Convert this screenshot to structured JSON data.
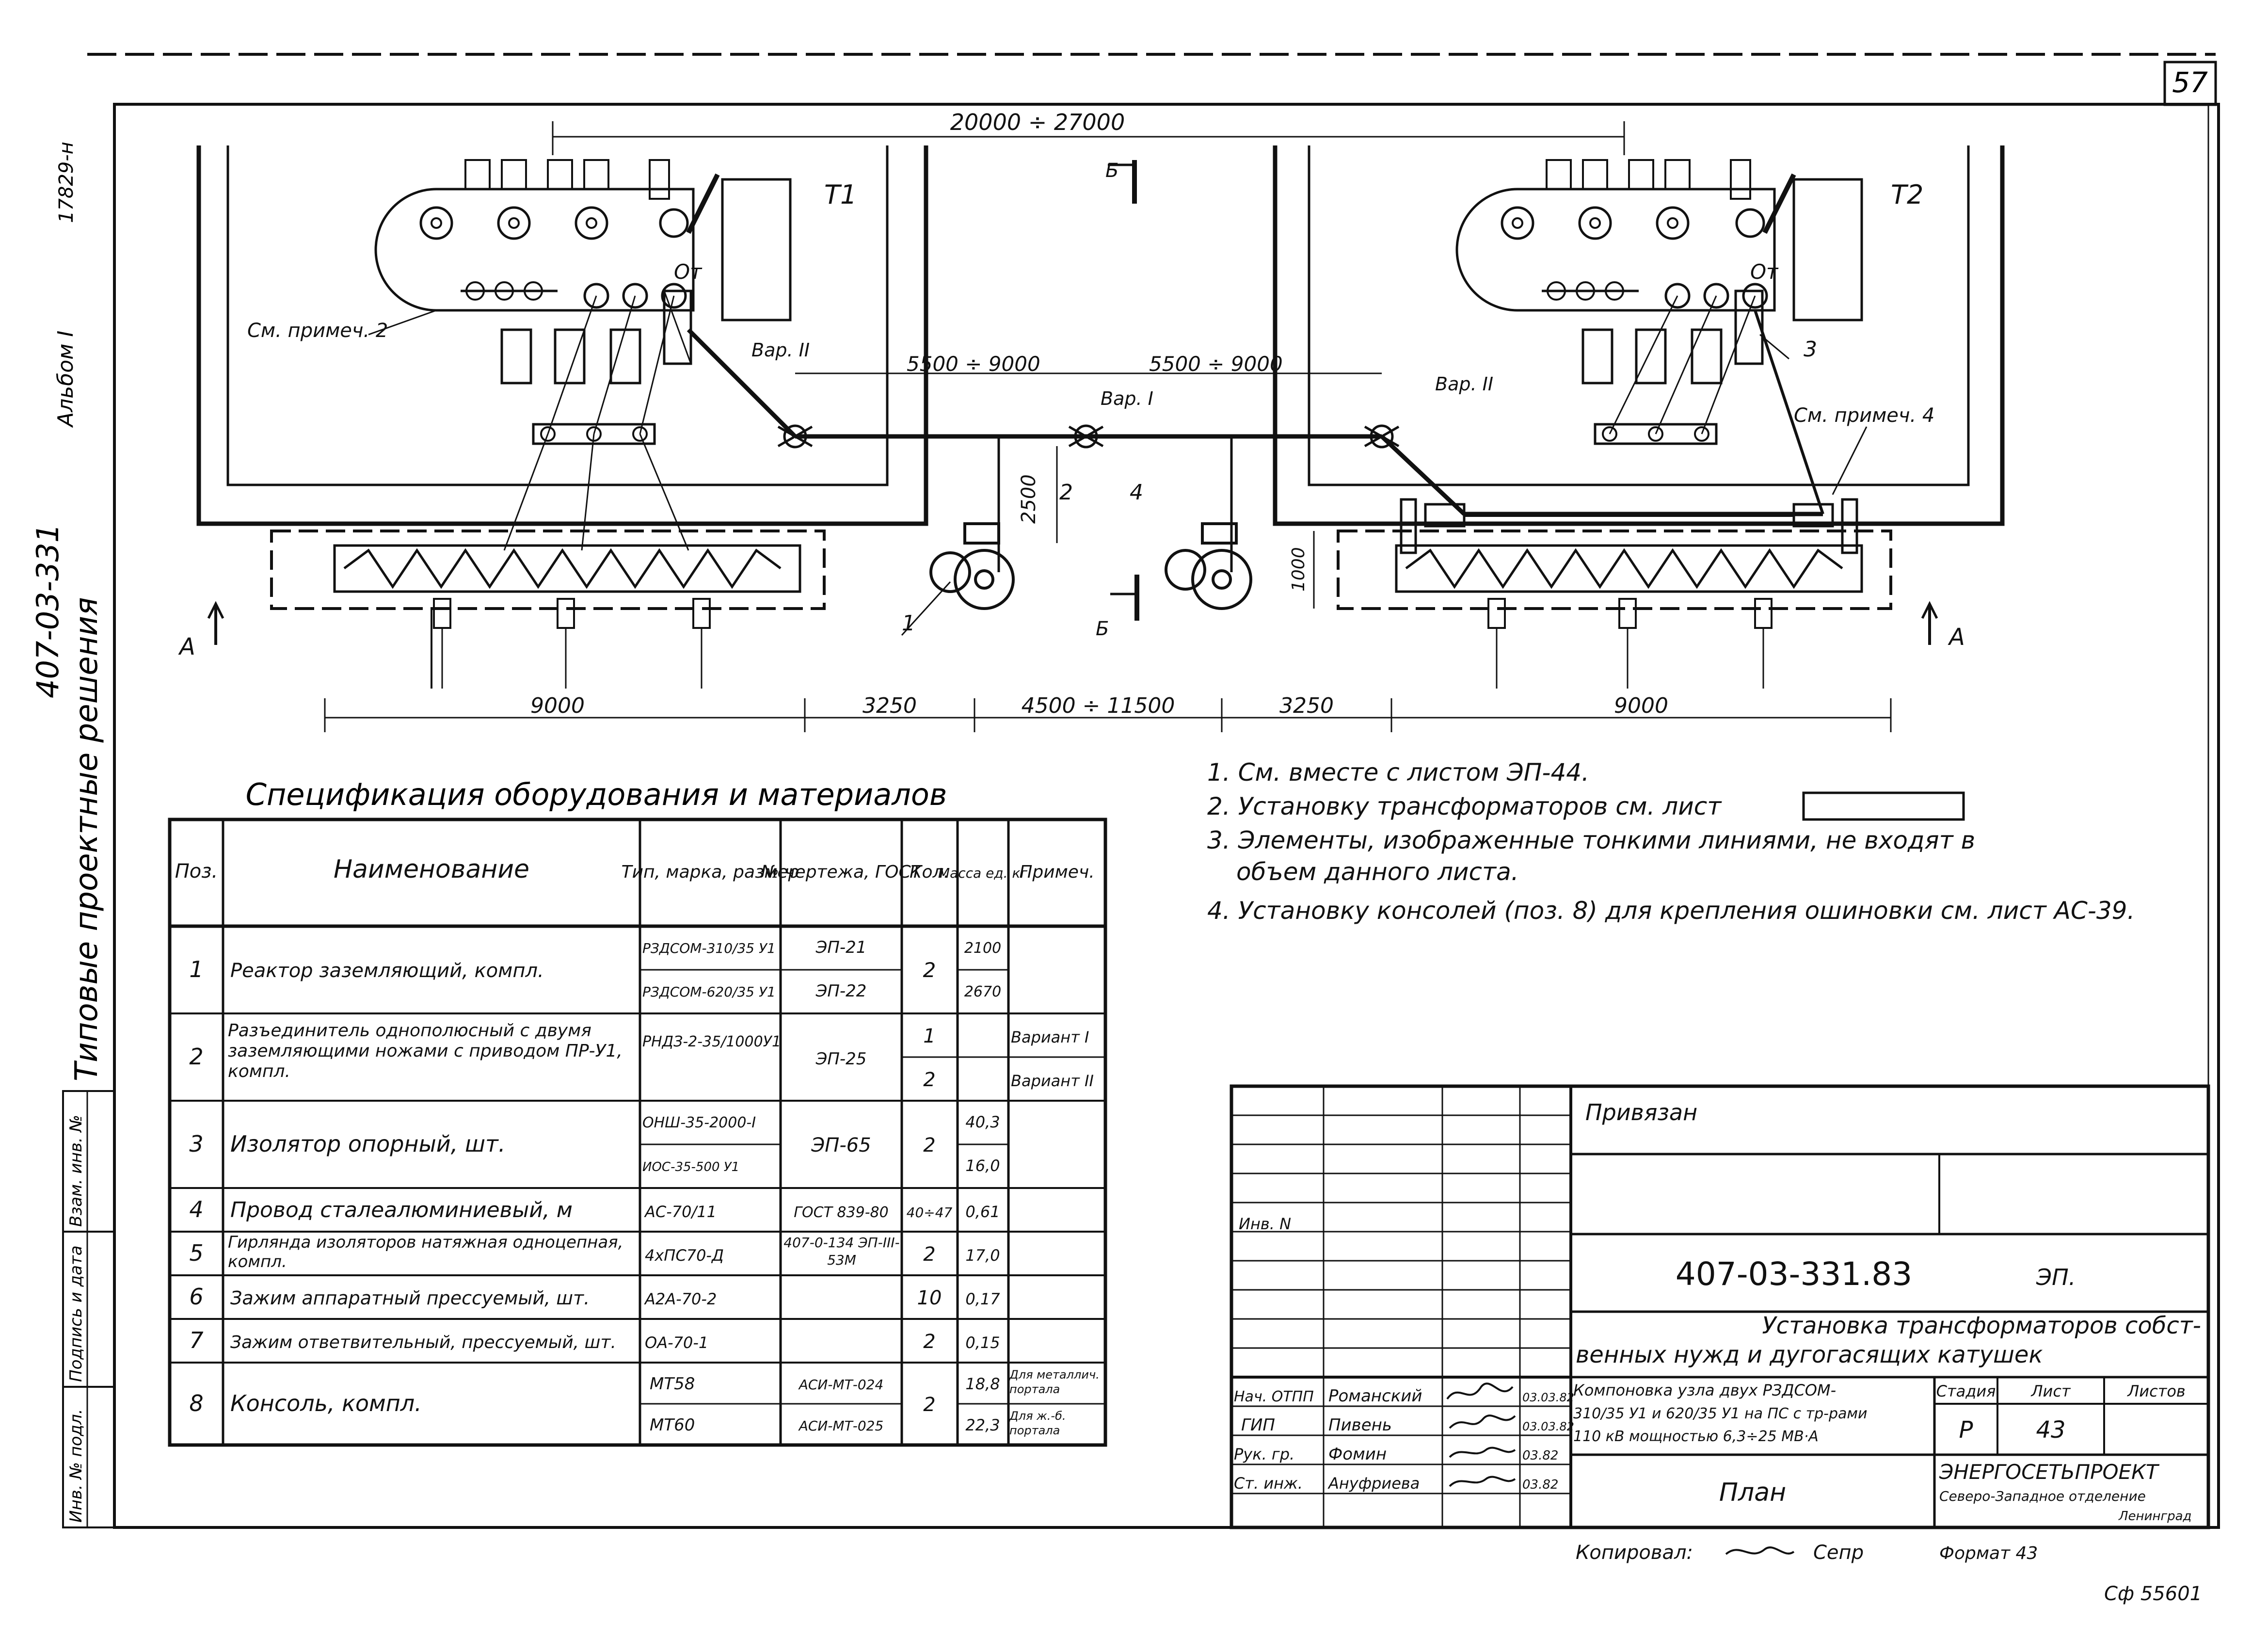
{
  "sheet": {
    "page_number": "57",
    "corner_code": "Сф 55601",
    "copied_by": "Копировал: ",
    "copied_sign": "Сепр",
    "format": "Формат 43"
  },
  "margin": {
    "series": "Типовые проектные решения",
    "code": "407-03-331",
    "album": "Альбом I",
    "number": "17829-н",
    "fields": [
      "Инв. № подл.",
      "Подпись и дата",
      "Взам. инв. №"
    ]
  },
  "plan": {
    "dim_total": "20000 ÷ 27000",
    "dim_span1": "5500 ÷ 9000",
    "dim_span2": "5500 ÷ 9000",
    "dim_2500": "2500",
    "dim_1000": "1000",
    "dim_bottom": [
      "9000",
      "3250",
      "4500 ÷ 11500",
      "3250",
      "9000"
    ],
    "t1": "Т1",
    "t2": "Т2",
    "ot1": "От",
    "ot2": "От",
    "section_b": "Б",
    "section_b2": "Б",
    "section_a_left": "А",
    "section_a_right": "А",
    "note_ref_left": "См. примеч. 2",
    "note_ref_right": "См. примеч. 4",
    "var_left": "Вар. II",
    "var_mid": "Вар. I",
    "var_right": "Вар. II",
    "pos1": "1",
    "pos2": "2",
    "pos3": "3",
    "pos4": "4"
  },
  "spec": {
    "title": "Спецификация оборудования и материалов",
    "headers": [
      "Поз.",
      "Наименование",
      "Тип, марка, размер",
      "№ чертежа, ГОСТ",
      "Кол.",
      "Масса ед. кг",
      "Примеч."
    ],
    "rows": [
      {
        "pos": "1",
        "name": "Реактор заземляющий, компл.",
        "types": [
          "РЗДСОМ-310/35 У1",
          "РЗДСОМ-620/35 У1"
        ],
        "gost": [
          "ЭП-21",
          "ЭП-22"
        ],
        "qty": [
          "2"
        ],
        "mass": [
          "2100",
          "2670"
        ],
        "note": []
      },
      {
        "pos": "2",
        "name": "Разъединитель однополюсный с двумя заземляющими ножами с приводом ПР-У1, компл.",
        "types": [
          "РНДЗ-2-35/1000У1"
        ],
        "gost": [
          "ЭП-25"
        ],
        "qty": [
          "1",
          "2"
        ],
        "mass": [],
        "note": [
          "Вариант I",
          "Вариант II"
        ]
      },
      {
        "pos": "3",
        "name": "Изолятор опорный, шт.",
        "types": [
          "ОНШ-35-2000-I",
          "ИОС-35-500 У1"
        ],
        "gost": [
          "ЭП-65"
        ],
        "qty": [
          "2"
        ],
        "mass": [
          "40,3",
          "16,0"
        ],
        "note": []
      },
      {
        "pos": "4",
        "name": "Провод сталеалюминиевый, м",
        "types": [
          "АС-70/11"
        ],
        "gost": [
          "ГОСТ 839-80"
        ],
        "qty": [
          "40÷47"
        ],
        "mass": [
          "0,61"
        ],
        "note": []
      },
      {
        "pos": "5",
        "name": "Гирлянда изоляторов натяжная одноцепная, компл.",
        "types": [
          "4хПС70-Д"
        ],
        "gost": [
          "407-0-134 ЭП-III-53М"
        ],
        "qty": [
          "2"
        ],
        "mass": [
          "17,0"
        ],
        "note": []
      },
      {
        "pos": "6",
        "name": "Зажим аппаратный прессуемый, шт.",
        "types": [
          "А2А-70-2"
        ],
        "gost": [
          ""
        ],
        "qty": [
          "10"
        ],
        "mass": [
          "0,17"
        ],
        "note": []
      },
      {
        "pos": "7",
        "name": "Зажим ответвительный, прессуемый, шт.",
        "types": [
          "ОА-70-1"
        ],
        "gost": [
          ""
        ],
        "qty": [
          "2"
        ],
        "mass": [
          "0,15"
        ],
        "note": []
      },
      {
        "pos": "8",
        "name": "Консоль, компл.",
        "types": [
          "МТ58",
          "МТ60"
        ],
        "gost": [
          "АСИ-МТ-024",
          "АСИ-МТ-025"
        ],
        "qty": [
          "2"
        ],
        "mass": [
          "18,8",
          "22,3"
        ],
        "note": [
          "Для металлич. портала",
          "Для ж.-б. портала"
        ]
      }
    ]
  },
  "notes": [
    "1. См. вместе с листом ЭП-44.",
    "2. Установку трансформаторов см. лист",
    "3. Элементы, изображенные тонкими линиями, не входят в",
    "объем данного листа.",
    "4. Установку консолей (поз. 8) для крепления ошиновки см. лист АС-39."
  ],
  "stamp": {
    "privyazan": "Привязан",
    "inv": "Инв. N",
    "doc_code": "407-03-331.83",
    "doc_mark": "ЭП.",
    "title1": "Установка трансформаторов собст-",
    "title2": "венных нужд и дугогасящих катушек",
    "subtitle1": "Компоновка узла двух РЗДСОМ-",
    "subtitle2": "310/35 У1 и 620/35 У1 на ПС с тр-рами",
    "subtitle3": "110 кВ мощностью 6,3÷25 МВ·А",
    "sheet_name": "План",
    "stage_h": "Стадия",
    "list_h": "Лист",
    "lists_h": "Листов",
    "stage": "Р",
    "list": "43",
    "lists": "",
    "org1": "ЭНЕРГОСЕТЬПРОЕКТ",
    "org2": "Северо-Западное отделение",
    "org3": "Ленинград",
    "people": [
      {
        "role": "Нач. ОТПП",
        "name": "Романский",
        "date": "03.03.82"
      },
      {
        "role": "ГИП",
        "name": "Пивень",
        "date": "03.03.82"
      },
      {
        "role": "Рук. гр.",
        "name": "Фомин",
        "date": "03.82"
      },
      {
        "role": "Ст. инж.",
        "name": "Ануфриева",
        "date": "03.82"
      }
    ]
  }
}
